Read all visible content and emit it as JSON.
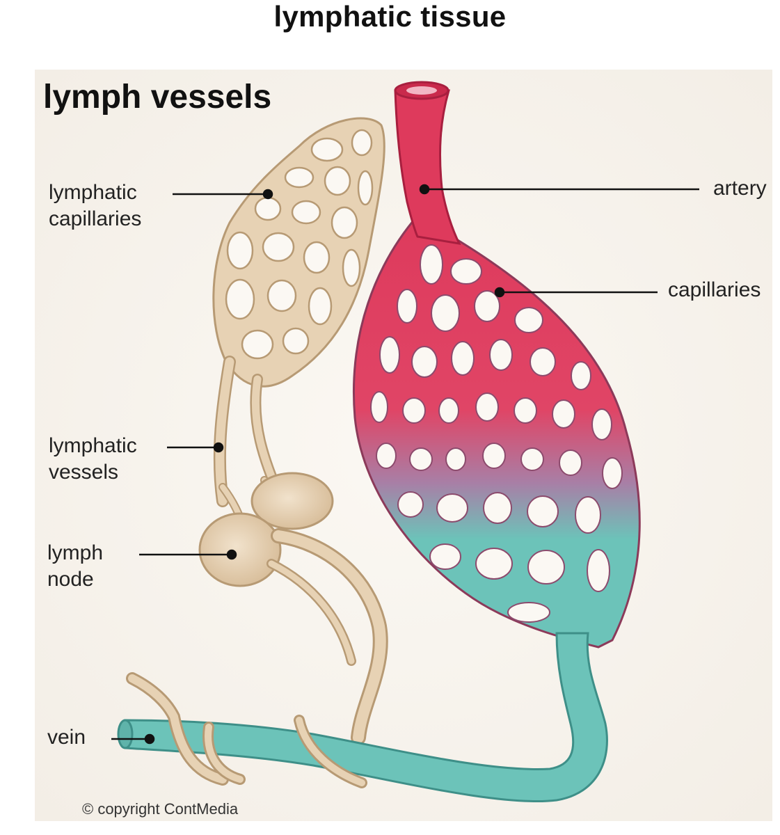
{
  "title": "lymphatic tissue",
  "subtitle": "lymph vessels",
  "labels": {
    "lymphatic_capillaries": [
      "lymphatic",
      "capillaries"
    ],
    "lymphatic_vessels": [
      "lymphatic",
      "vessels"
    ],
    "lymph_node": [
      "lymph",
      "node"
    ],
    "vein": "vein",
    "artery": "artery",
    "capillaries": "capillaries"
  },
  "copyright": "© copyright ContMedia",
  "colors": {
    "lymph_tan": "#e7d2b4",
    "lymph_edge": "#b79a74",
    "artery_red": "#de3a5c",
    "artery_edge": "#a81f3f",
    "vein_teal": "#6cc3b9",
    "vein_edge": "#3e8f88",
    "leader_line": "#111111"
  }
}
